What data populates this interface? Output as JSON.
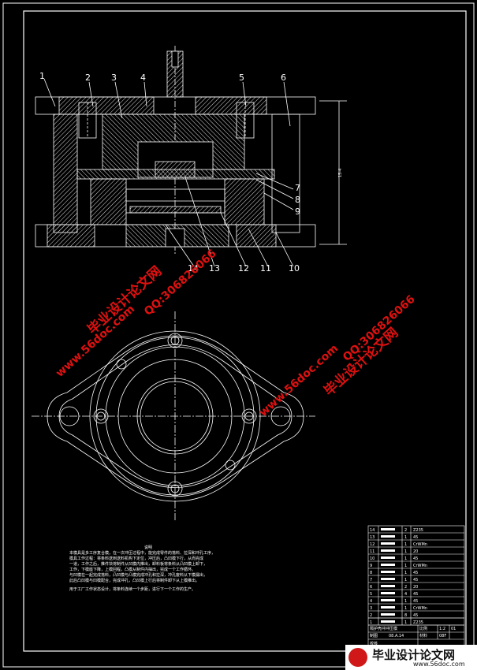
{
  "callouts": [
    "1",
    "2",
    "3",
    "4",
    "5",
    "6",
    "7",
    "8",
    "9",
    "10",
    "11",
    "12",
    "13",
    "14"
  ],
  "dimension_text": "15-4",
  "notes": {
    "title": "说明",
    "lines": [
      "本模具是多工序复合模，在一次冲压过程中，能完成零件的落料、拉深和冲孔工序，",
      "模具工作过程：将条料送到送料机构下定位，冲压后，凸凹模下行，从而完成",
      "一道，工作之后，推件块将制件从凹模内推出，卸料板将条料从凸凹模上卸下，",
      "工作，下模座下降，上模回程，凸模从制件内抽出，完成一个工作循环。",
      "与凹模在一起完成落料，凸凹模与凸模完成冲孔和拉深，冲孔废料从下模漏出，",
      "此后凸凹模与凹模配合，完成冲孔，凸凹模上行后将制件卸下从上模推出。"
    ],
    "footer": "用于工厂工作状态设计，将条料连续一个步距，进行下一个工作的生产。"
  },
  "bom": {
    "rows": [
      {
        "no": "14",
        "qty": "2",
        "mat": "Z235"
      },
      {
        "no": "13",
        "qty": "1",
        "mat": "45"
      },
      {
        "no": "12",
        "qty": "1",
        "mat": "CrWMn"
      },
      {
        "no": "11",
        "qty": "1",
        "mat": "20"
      },
      {
        "no": "10",
        "qty": "1",
        "mat": "45"
      },
      {
        "no": "9",
        "qty": "1",
        "mat": "CrWMn"
      },
      {
        "no": "8",
        "qty": "1",
        "mat": "45"
      },
      {
        "no": "7",
        "qty": "1",
        "mat": "45"
      },
      {
        "no": "6",
        "qty": "2",
        "mat": "20"
      },
      {
        "no": "5",
        "qty": "4",
        "mat": "45"
      },
      {
        "no": "4",
        "qty": "1",
        "mat": "45"
      },
      {
        "no": "3",
        "qty": "1",
        "mat": "CrWMn"
      },
      {
        "no": "2",
        "qty": "8",
        "mat": "45"
      },
      {
        "no": "1",
        "qty": "1",
        "mat": "Z235"
      }
    ],
    "title_block": {
      "name": "隔护壳冲冲压模",
      "scale_label": "比例",
      "scale": "1:2",
      "sheet": "01",
      "material_label": "材料",
      "material": "08F",
      "drawing_label": "制图",
      "check_label": "校核",
      "code": "08.A.14"
    }
  },
  "watermarks": {
    "brand": "毕业设计论文网",
    "qq": "QQ:306826066",
    "url": "www.56doc.com",
    "logo_text": "毕业设计论文网",
    "logo_url": "www.56doc.com"
  },
  "colors": {
    "background": "#000000",
    "lines": "#ffffff",
    "watermark": "#e01010"
  }
}
